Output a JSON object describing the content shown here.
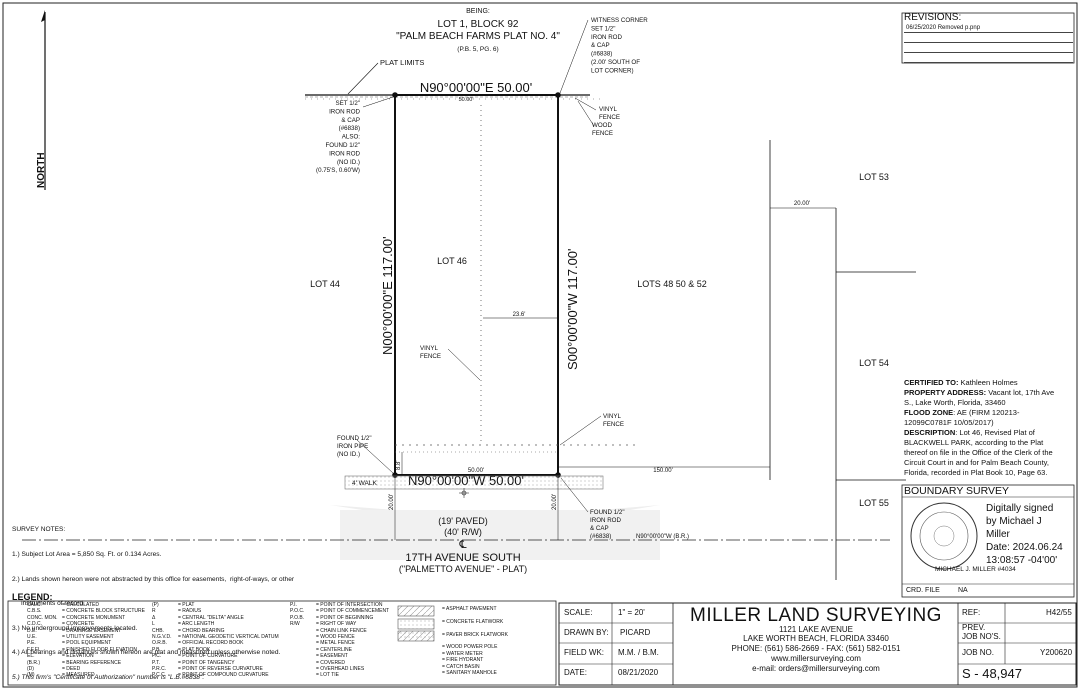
{
  "header": {
    "being": "BEING:",
    "lot_block": "LOT 1, BLOCK 92",
    "plat_name": "\"PALM BEACH FARMS PLAT NO. 4\"",
    "plat_ref": "(P.B. 5, PG. 6)"
  },
  "north_label": "NORTH",
  "callouts": {
    "plat_limits": "PLAT LIMITS",
    "witness_corner": [
      "WITNESS CORNER",
      "SET 1/2\"",
      "IRON ROD",
      "& CAP",
      "(#6838)",
      "(2.00' SOUTH OF",
      "LOT CORNER)"
    ],
    "set_rod_nw": [
      "SET 1/2\"",
      "IRON ROD",
      "& CAP",
      "(#6838)",
      "ALSO:",
      "FOUND 1/2\"",
      "IRON ROD",
      "(NO ID.)",
      "(0.75'S, 0.60'W)"
    ],
    "vinyl_fence_ne": [
      "VINYL",
      "FENCE"
    ],
    "wood_fence_ne": [
      "WOOD",
      "FENCE"
    ],
    "vinyl_fence_mid": [
      "VINYL",
      "FENCE"
    ],
    "vinyl_fence_se": [
      "VINYL",
      "FENCE"
    ],
    "found_pipe": [
      "FOUND 1/2\"",
      "IRON PIPE",
      "(NO ID.)"
    ],
    "found_rod_se": [
      "FOUND 1/2\"",
      "IRON ROD",
      "& CAP",
      "(#6838)"
    ]
  },
  "bearings": {
    "north": "N90°00'00\"E   50.00'",
    "west": "N00°00'00\"E   117.00'",
    "east": "S00°00'00\"W   117.00'",
    "south": "N90°00'00\"W   50.00'",
    "street_br": "N90°00'00\"W (B.R.)"
  },
  "dims": {
    "top": "50.00'",
    "bottom": "50.00'",
    "fence_offset": "23.6'",
    "side_2000": "20.00'",
    "offset_88": "8.8'",
    "offset_150": "150.00'",
    "row_left": "20.00'",
    "row_right": "20.00'",
    "walk": "4' WALK"
  },
  "lots": {
    "lot44": "LOT 44",
    "lot46": "LOT 46",
    "lots48": "LOTS 48 50 & 52",
    "lot53": "LOT 53",
    "lot54": "LOT 54",
    "lot55": "LOT 55"
  },
  "street": {
    "paved": "(19' PAVED)",
    "rw": "(40' R/W)",
    "centerline": "℄",
    "name": "17TH AVENUE SOUTH",
    "alt_name": "(\"PALMETTO AVENUE\" - PLAT)"
  },
  "revisions": {
    "title": "REVISIONS:",
    "rows": [
      "06/25/2020  Removed p.pnp",
      "",
      "",
      ""
    ]
  },
  "certification": {
    "certified_label": "CERTIFIED TO:",
    "certified_value": " Kathleen Holmes",
    "property_label": "PROPERTY ADDRESS:",
    "property_value": " Vacant lot, 17th Ave S., Lake Worth, Florida, 33460",
    "flood_label": "FLOOD ZONE",
    "flood_value": ": AE (FIRM 120213-12099C0781F 10/05/2017)",
    "desc_label": "DESCRIPTION",
    "desc_value": ": Lot 46, Revised Plat of BLACKWELL PARK, according to the Plat thereof on file in the Office of the Clerk of the Circuit Court in and for Palm Beach County, Florida, recorded in Plat Book 10, Page 63."
  },
  "boundary": {
    "title": "BOUNDARY SURVEY",
    "signed_lines": [
      "Digitally signed",
      "by Michael J",
      "Miller",
      "Date: 2024.06.24",
      "13:08:57 -04'00'"
    ],
    "surveyor": "MICHAEL J. MILLER #4034",
    "crd_label": "CRD. FILE",
    "crd_value": "NA"
  },
  "notes": {
    "title": "SURVEY NOTES:",
    "items": [
      "1.) Subject Lot Area = 5,850 Sq. Ft. or 0.134 Acres.",
      "2.) Lands shown hereon were not abstracted by this office for easements,  right-of-ways, or other",
      "     instruments of record.",
      "3.) No underground improvements located.",
      "4.) All bearings and distances shown hereon are plat and measured unless otherwise noted.",
      "5.) This firm's \"Certificate of Authorization\" number is \"L.B.#6838\"."
    ]
  },
  "legend": {
    "title": "LEGEND:",
    "col1": [
      "CALC.",
      "C.B.S.",
      "CONC. MON.",
      "C.D.C.",
      "D.E.",
      "U.E.",
      "P.E.",
      "F.F.EL.",
      "EL.",
      "(B.R.)",
      "(D)",
      "(M)"
    ],
    "col2": [
      "= CALCULATED",
      "= CONCRETE BLOCK STRUCTURE",
      "= CONCRETE MONUMENT",
      "= CONCRETE",
      "= DRAINAGE EASEMENT",
      "= UTILITY EASEMENT",
      "= POOL EQUIPMENT",
      "= FINISHED FLOOR ELEVATION",
      "= ELEVATION",
      "= BEARING REFERENCE",
      "= DEED",
      "= MEASURED"
    ],
    "col3": [
      "(P)",
      "R",
      "Δ",
      "L",
      "CHB.",
      "N.G.V.D.",
      "O.R.B.",
      "P.B.",
      "P.C.",
      "P.T.",
      "P.R.C.",
      "P.C.C."
    ],
    "col4": [
      "= PLAT",
      "= RADIUS",
      "= CENTRAL \"DELTA\" ANGLE",
      "= ARC LENGTH",
      "= CHORD BEARING",
      "= NATIONAL GEODETIC VERTICAL DATUM",
      "= OFFICIAL RECORD BOOK",
      "= PLAT BOOK",
      "= POINT OF CURVATURE",
      "= POINT OF TANGENCY",
      "= POINT OF REVERSE CURVATURE",
      "= POINT OF COMPOUND CURVATURE"
    ],
    "col5": [
      "P.I.",
      "P.O.C.",
      "P.O.B.",
      "R/W",
      "",
      "",
      "",
      "",
      "",
      "",
      "",
      ""
    ],
    "col6": [
      "= POINT OF INTERSECTION",
      "= POINT OF COMMENCEMENT",
      "= POINT OF BEGINNING",
      "= RIGHT OF WAY",
      "= CHAIN LINK FENCE",
      "= WOOD FENCE",
      "= METAL FENCE",
      "= CENTERLINE",
      "= EASEMENT",
      "= COVERED",
      "= OVERHEAD LINES",
      "= LOT TIE"
    ],
    "col7": [
      "= ASPHALT PAVEMENT",
      "",
      "= CONCRETE FLATWORK",
      "",
      "= PAVER BRICK FLATWORK",
      "",
      "= WOOD POWER POLE",
      "= WATER METER",
      "= FIRE HYDRANT",
      "= CATCH BASIN",
      "= SANITARY MANHOLE",
      ""
    ]
  },
  "title_block": {
    "scale_label": "SCALE:",
    "scale_value": "1\" = 20'",
    "drawn_label": "DRAWN BY:",
    "drawn_value": "PICARD",
    "field_label": "FIELD WK:",
    "field_value": "M.M. / B.M.",
    "date_label": "DATE:",
    "date_value": "08/21/2020",
    "company": "MILLER LAND SURVEYING",
    "address1": "1121 LAKE AVENUE",
    "address2": "LAKE WORTH BEACH, FLORIDA 33460",
    "phone": "PHONE: (561) 586-2669 - FAX: (561) 582-0151",
    "web": "www.millersurveying.com",
    "email": "e-mail:  orders@millersurveying.com",
    "ref_label": "REF:",
    "ref_value": "H42/55",
    "prev_label": "PREV.",
    "prev_label2": "JOB NO'S.",
    "job_label": "JOB NO.",
    "job_value": "Y200620",
    "sheet_no": "S - 48,947"
  }
}
